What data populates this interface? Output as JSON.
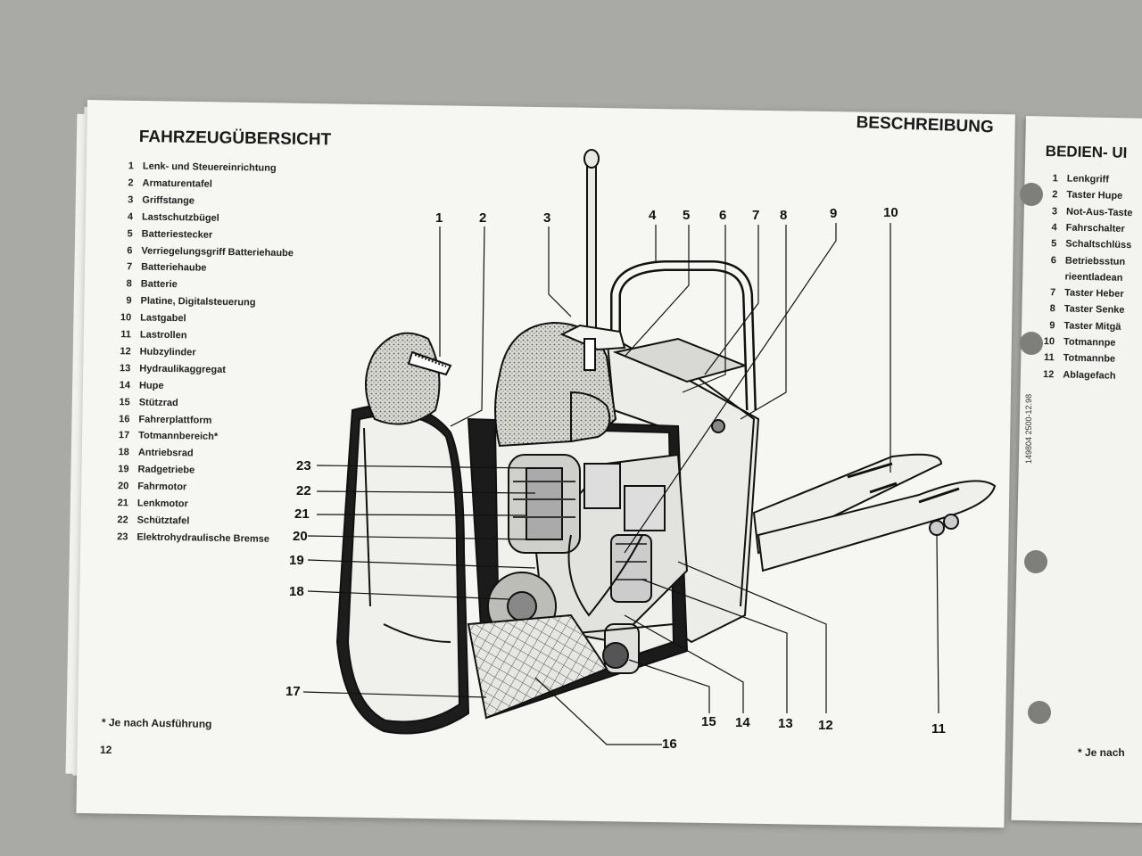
{
  "left_page": {
    "section_title": "FAHRZEUGÜBERSICHT",
    "header_right": "BESCHREIBUNG",
    "legend": [
      {
        "num": "1",
        "label": "Lenk- und Steuereinrichtung"
      },
      {
        "num": "2",
        "label": "Armaturentafel"
      },
      {
        "num": "3",
        "label": "Griffstange"
      },
      {
        "num": "4",
        "label": "Lastschutzbügel"
      },
      {
        "num": "5",
        "label": "Batteriestecker"
      },
      {
        "num": "6",
        "label": "Verriegelungsgriff Batteriehaube"
      },
      {
        "num": "7",
        "label": "Batteriehaube"
      },
      {
        "num": "8",
        "label": "Batterie"
      },
      {
        "num": "9",
        "label": "Platine, Digitalsteuerung"
      },
      {
        "num": "10",
        "label": "Lastgabel"
      },
      {
        "num": "11",
        "label": "Lastrollen"
      },
      {
        "num": "12",
        "label": "Hubzylinder"
      },
      {
        "num": "13",
        "label": "Hydraulikaggregat"
      },
      {
        "num": "14",
        "label": "Hupe"
      },
      {
        "num": "15",
        "label": "Stützrad"
      },
      {
        "num": "16",
        "label": "Fahrerplattform"
      },
      {
        "num": "17",
        "label": "Totmannbereich*"
      },
      {
        "num": "18",
        "label": "Antriebsrad"
      },
      {
        "num": "19",
        "label": "Radgetriebe"
      },
      {
        "num": "20",
        "label": "Fahrmotor"
      },
      {
        "num": "21",
        "label": "Lenkmotor"
      },
      {
        "num": "22",
        "label": "Schütztafel"
      },
      {
        "num": "23",
        "label": "Elektrohydraulische Bremse"
      }
    ],
    "footnote": "*   Je nach Ausführung",
    "page_number": "12"
  },
  "diagram": {
    "callouts_top": [
      "1",
      "2",
      "3",
      "4",
      "5",
      "6",
      "7",
      "8",
      "9",
      "10"
    ],
    "callouts_left": [
      "23",
      "22",
      "21",
      "20",
      "19",
      "18",
      "17"
    ],
    "callouts_bottom": [
      "16",
      "15",
      "14",
      "13",
      "12",
      "11"
    ]
  },
  "right_page": {
    "section_title": "BEDIEN- UI",
    "legend": [
      {
        "num": "1",
        "label": "Lenkgriff"
      },
      {
        "num": "2",
        "label": "Taster Hupe"
      },
      {
        "num": "3",
        "label": "Not-Aus-Taste"
      },
      {
        "num": "4",
        "label": "Fahrschalter"
      },
      {
        "num": "5",
        "label": "Schaltschlüss"
      },
      {
        "num": "6",
        "label": "Betriebsstun"
      },
      {
        "num": "",
        "label": "rieentladean"
      },
      {
        "num": "7",
        "label": "Taster Heber"
      },
      {
        "num": "8",
        "label": "Taster Senke"
      },
      {
        "num": "9",
        "label": "Taster Mitgä"
      },
      {
        "num": "10",
        "label": "Totmannpe"
      },
      {
        "num": "11",
        "label": "Totmannbe"
      },
      {
        "num": "12",
        "label": "Ablagefach"
      }
    ],
    "doc_code": "149804 2500-12.98",
    "footnote": "*   Je nach"
  }
}
